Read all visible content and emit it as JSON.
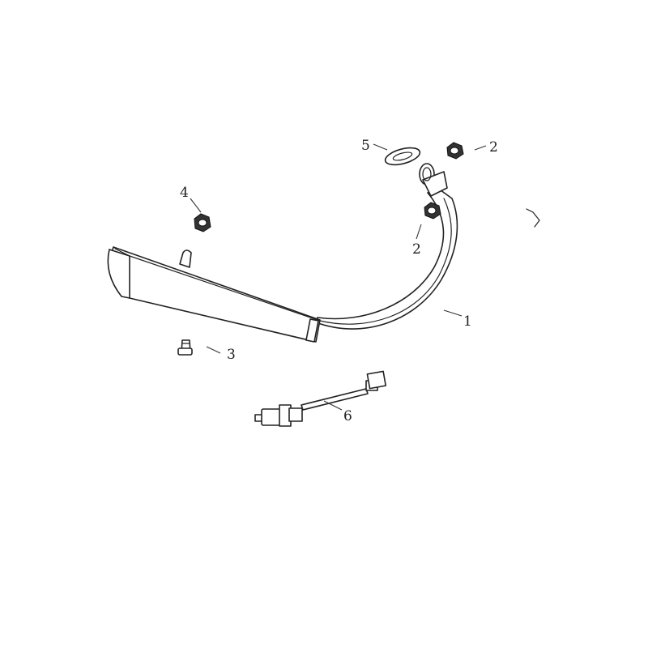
{
  "callouts": {
    "exhaust_pipe": "1",
    "flange_nut_upper": "2",
    "flange_nut_lower": "2",
    "bolt": "3",
    "mount_nut": "4",
    "gasket": "5",
    "oxygen_sensor": "6"
  }
}
